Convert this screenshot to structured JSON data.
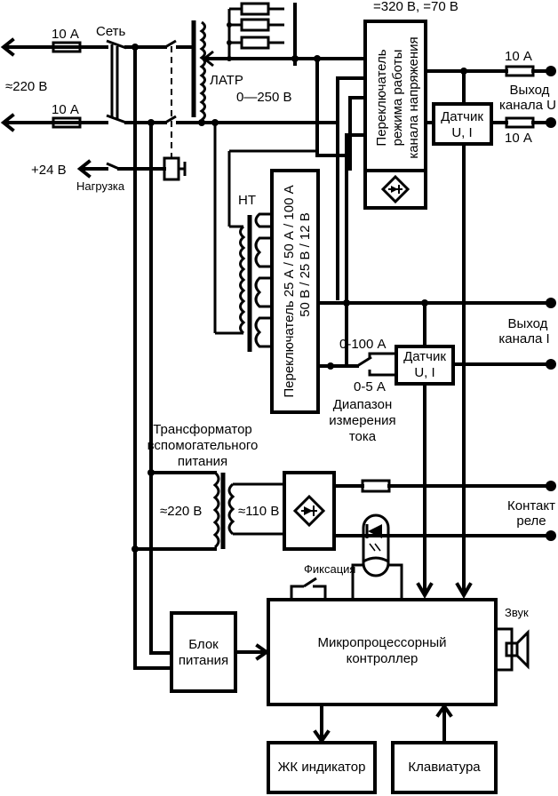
{
  "mains": {
    "voltage_label": "≈220 В",
    "fuse_top_label": "10 А",
    "fuse_bottom_label": "10 А",
    "switch_label": "Сеть",
    "load_voltage_label": "+24 В",
    "load_label": "Нагрузка"
  },
  "latr": {
    "name_label": "ЛАТР",
    "range_label": "0—250 В"
  },
  "voltage_channel": {
    "dc_label": "=320 В, =70 В",
    "switch_lines": [
      "Переключатель",
      "режима работы",
      "канала напряжения"
    ],
    "fuse_top_label": "10 А",
    "fuse_bottom_label": "10 А",
    "output_lines": [
      "Выход",
      "канала U"
    ],
    "sensor_lines": [
      "Датчик",
      "U, I"
    ]
  },
  "current_channel": {
    "transformer_label": "НТ",
    "switch_lines": [
      "Переключатель 25 А / 50 А / 100 А",
      "50 В / 25 В / 12 В"
    ],
    "range_high_label": "0-100 А",
    "range_low_label": "0-5 А",
    "range_caption_lines": [
      "Диапазон",
      "измерения",
      "тока"
    ],
    "sensor_lines": [
      "Датчик",
      "U, I"
    ],
    "output_lines": [
      "Выход",
      "канала I"
    ]
  },
  "aux_power": {
    "title_lines": [
      "Трансформатор",
      "вспомогательного",
      "питания"
    ],
    "primary_label": "≈220 В",
    "secondary_label": "≈110 В",
    "relay_lines": [
      "Контакт",
      "реле"
    ]
  },
  "controller": {
    "title_lines": [
      "Микропроцессорный",
      "контроллер"
    ],
    "fixation_label": "Фиксация",
    "sound_label": "Звук",
    "psu_lines": [
      "Блок",
      "питания"
    ],
    "lcd_label": "ЖК индикатор",
    "keyboard_label": "Клавиатура"
  }
}
